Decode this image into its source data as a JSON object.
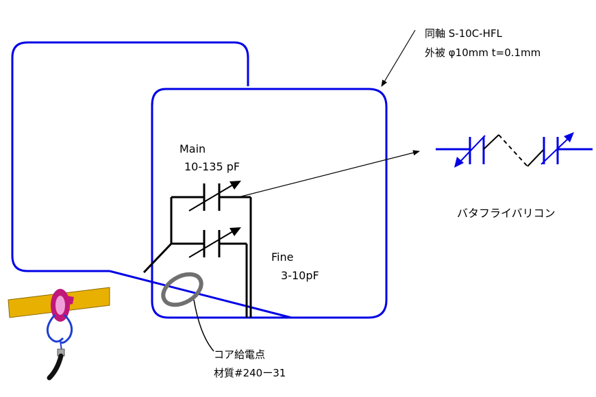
{
  "cable": {
    "line1": "同軸  S-10C-HFL",
    "line2": "外被  φ10mm   t=0.1mm"
  },
  "main_cap": {
    "label": "Main",
    "value": "10-135 pF"
  },
  "fine_cap": {
    "label": "Fine",
    "value": "3-10pF"
  },
  "butterfly": {
    "label": "バタフライバリコン"
  },
  "feed": {
    "line1": "コア給電点",
    "line2": "材質#240ー31"
  },
  "colors": {
    "loop": "#0000e6",
    "wire": "#000000",
    "core_ring": "#707070",
    "toroid": "#c0187a",
    "strap": "#e8b000"
  }
}
